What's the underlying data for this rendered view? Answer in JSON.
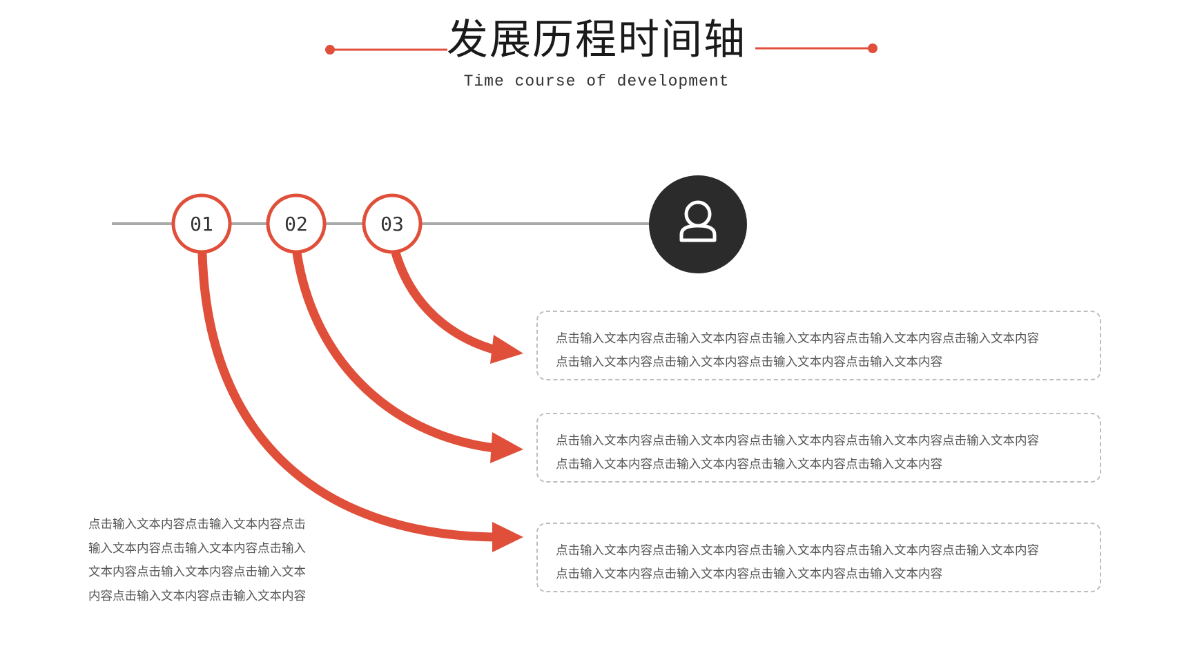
{
  "header": {
    "title": "发展历程时间轴",
    "subtitle": "Time course of development"
  },
  "colors": {
    "accent": "#e04f3a",
    "axis_line": "#aaaaaa",
    "avatar_bg": "#2b2b2b",
    "box_border": "#bdbdbd"
  },
  "timeline": {
    "nodes": [
      {
        "label": "01"
      },
      {
        "label": "02"
      },
      {
        "label": "03"
      }
    ],
    "avatar_icon": "user-icon"
  },
  "boxes": [
    {
      "line1": "点击输入文本内容点击输入文本内容点击输入文本内容点击输入文本内容点击输入文本内容",
      "line2": "点击输入文本内容点击输入文本内容点击输入文本内容点击输入文本内容"
    },
    {
      "line1": "点击输入文本内容点击输入文本内容点击输入文本内容点击输入文本内容点击输入文本内容",
      "line2": "点击输入文本内容点击输入文本内容点击输入文本内容点击输入文本内容"
    },
    {
      "line1": "点击输入文本内容点击输入文本内容点击输入文本内容点击输入文本内容点击输入文本内容",
      "line2": "点击输入文本内容点击输入文本内容点击输入文本内容点击输入文本内容"
    }
  ],
  "side_text": [
    "点击输入文本内容点击输入文本内容点击",
    "输入文本内容点击输入文本内容点击输入",
    "文本内容点击输入文本内容点击输入文本",
    "内容点击输入文本内容点击输入文本内容"
  ]
}
